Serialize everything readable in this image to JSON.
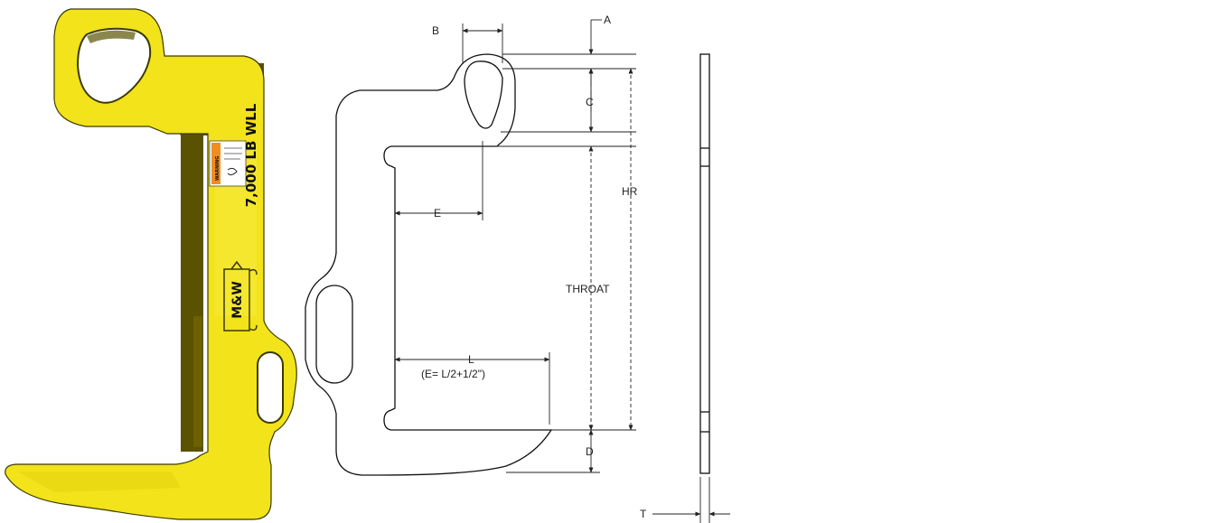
{
  "product_photo": {
    "capacity_marking": "7,000 LB WLL",
    "warning_label": "WARNING",
    "logo_text": "M&W",
    "colors": {
      "body": "#f2e31a",
      "shade": "#c8b80c",
      "outline": "#3a3a00"
    }
  },
  "drawing": {
    "labels": {
      "A": "A",
      "B": "B",
      "C": "C",
      "D": "D",
      "E": "E",
      "HR": "HR",
      "THROAT": "THROAT",
      "L": "L",
      "E_formula": "(E= L/2+1/2\")",
      "T": "T"
    },
    "colors": {
      "line": "#111111",
      "dim": "#222222"
    }
  }
}
